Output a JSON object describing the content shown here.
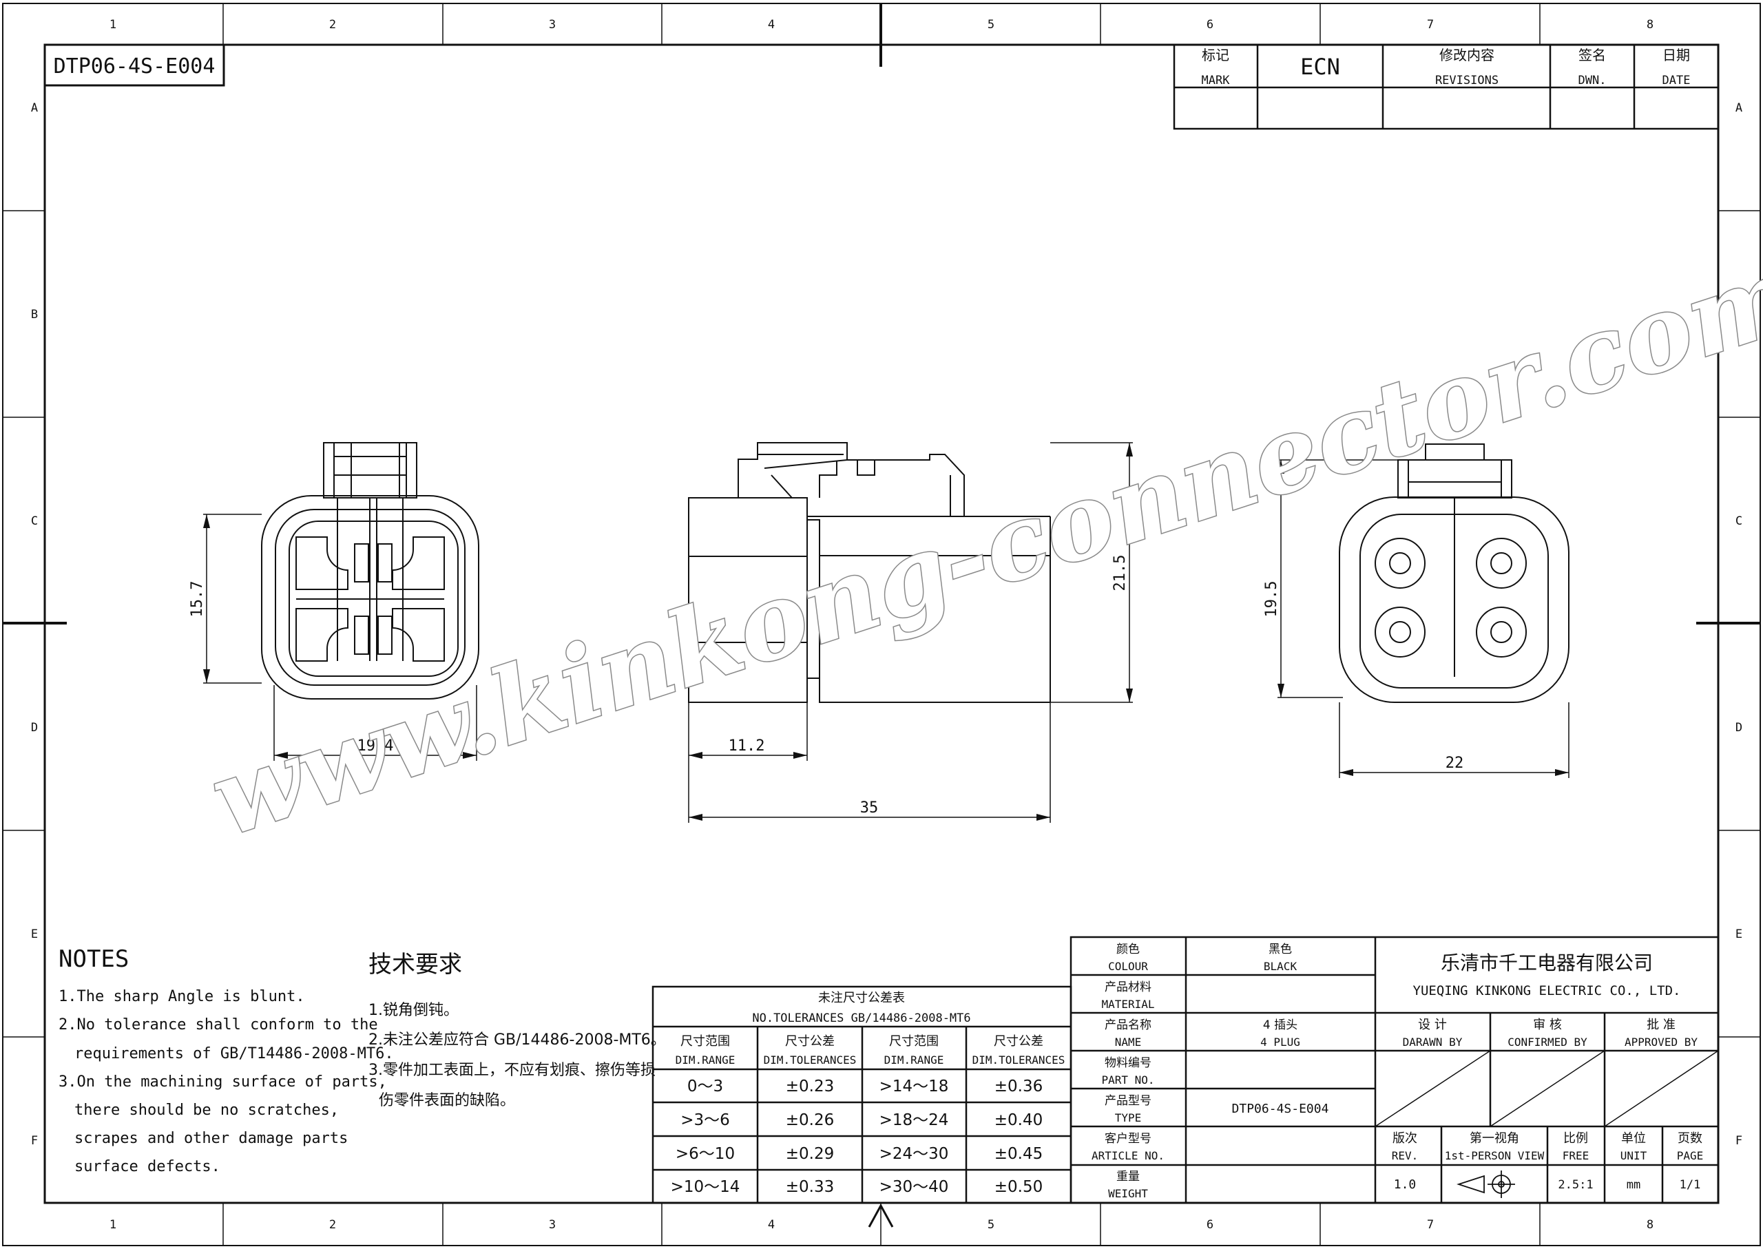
{
  "drawing_no": "DTP06-4S-E004",
  "zone_numbers": [
    "1",
    "2",
    "3",
    "4",
    "5",
    "6",
    "7",
    "8"
  ],
  "zone_letters": [
    "A",
    "B",
    "C",
    "D",
    "E",
    "F"
  ],
  "revisions": {
    "mark_cn": "标记",
    "mark_en": "MARK",
    "ecn": "ECN",
    "rev_cn": "修改内容",
    "rev_en": "REVISIONS",
    "dwn_cn": "签名",
    "dwn_en": "DWN.",
    "date_cn": "日期",
    "date_en": "DATE"
  },
  "dimensions": {
    "front_height": "15.7",
    "front_width": "19.4",
    "side_height": "21.5",
    "side_partial": "11.2",
    "side_length": "35",
    "rear_height": "19.5",
    "rear_width": "22"
  },
  "watermark": "www.kinkong-connector.com",
  "notes_en": {
    "title": "NOTES",
    "line1": "1.The sharp Angle is blunt.",
    "line2": "2.No tolerance shall conform to the",
    "line3": "requirements of GB/T14486-2008-MT6.",
    "line4": "3.On the machining surface of parts,",
    "line5": "there should be no scratches,",
    "line6": "scrapes and other damage parts",
    "line7": "surface defects."
  },
  "notes_cn": {
    "title": "技术要求",
    "line1": "1.锐角倒钝。",
    "line2": "2.未注公差应符合 GB/14486-2008-MT6。",
    "line3": "3.零件加工表面上，不应有划痕、擦伤等损",
    "line4": "伤零件表面的缺陷。"
  },
  "tolerance_table": {
    "title_cn": "未注尺寸公差表",
    "title_en": "NO.TOLERANCES GB/14486-2008-MT6",
    "col_range_cn": "尺寸范围",
    "col_range_en": "DIM.RANGE",
    "col_tol_cn": "尺寸公差",
    "col_tol_en": "DIM.TOLERANCES",
    "rows": [
      [
        "0～3",
        "±0.23",
        ">14～18",
        "±0.36"
      ],
      [
        ">3～6",
        "±0.26",
        ">18～24",
        "±0.40"
      ],
      [
        ">6～10",
        "±0.29",
        ">24～30",
        "±0.45"
      ],
      [
        ">10～14",
        "±0.33",
        ">30～40",
        "±0.50"
      ]
    ]
  },
  "title_block": {
    "colour_cn": "颜色",
    "colour_en": "COLOUR",
    "colour_val_cn": "黑色",
    "colour_val_en": "BLACK",
    "material_cn": "产品材料",
    "material_en": "MATERIAL",
    "name_cn": "产品名称",
    "name_en": "NAME",
    "name_val_cn": "4 插头",
    "name_val_en": "4 PLUG",
    "partno_cn": "物料编号",
    "partno_en": "PART NO.",
    "type_cn": "产品型号",
    "type_en": "TYPE",
    "type_val": "DTP06-4S-E004",
    "article_cn": "客户型号",
    "article_en": "ARTICLE NO.",
    "weight_cn": "重量",
    "weight_en": "WEIGHT",
    "company_cn": "乐清市千工电器有限公司",
    "company_en": "YUEQING KINKONG ELECTRIC CO., LTD.",
    "design_cn": "设 计",
    "design_en": "DARAWN BY",
    "check_cn": "审 核",
    "check_en": "CONFIRMED BY",
    "approve_cn": "批 准",
    "approve_en": "APPROVED BY",
    "rev_cn": "版次",
    "rev_en": "REV.",
    "rev_val": "1.0",
    "view_cn": "第一视角",
    "view_en": "1st-PERSON VIEW",
    "scale_cn": "比例",
    "scale_en": "FREE",
    "scale_val": "2.5:1",
    "unit_cn": "单位",
    "unit_en": "UNIT",
    "unit_val": "mm",
    "page_cn": "页数",
    "page_en": "PAGE",
    "page_val": "1/1"
  }
}
